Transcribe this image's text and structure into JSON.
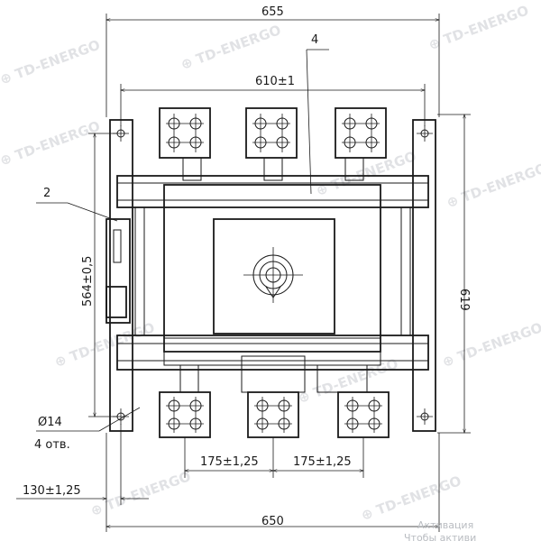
{
  "dimensions": {
    "overall_top": "655",
    "mount_spacing_top": "610±1",
    "overall_bottom": "650",
    "height_right": "619",
    "mount_spacing_vertical": "564±0,5",
    "pole_spacing_1": "175±1,25",
    "pole_spacing_2": "175±1,25",
    "edge_offset": "130±1,25",
    "hole_diameter": "Ø14",
    "hole_count": "4 отв."
  },
  "callouts": {
    "cover_item": "4",
    "aux_item": "2"
  },
  "watermark": {
    "brand": "TD-ENERGO",
    "activation_line1": "Активация",
    "activation_line2": "Чтобы активи"
  }
}
